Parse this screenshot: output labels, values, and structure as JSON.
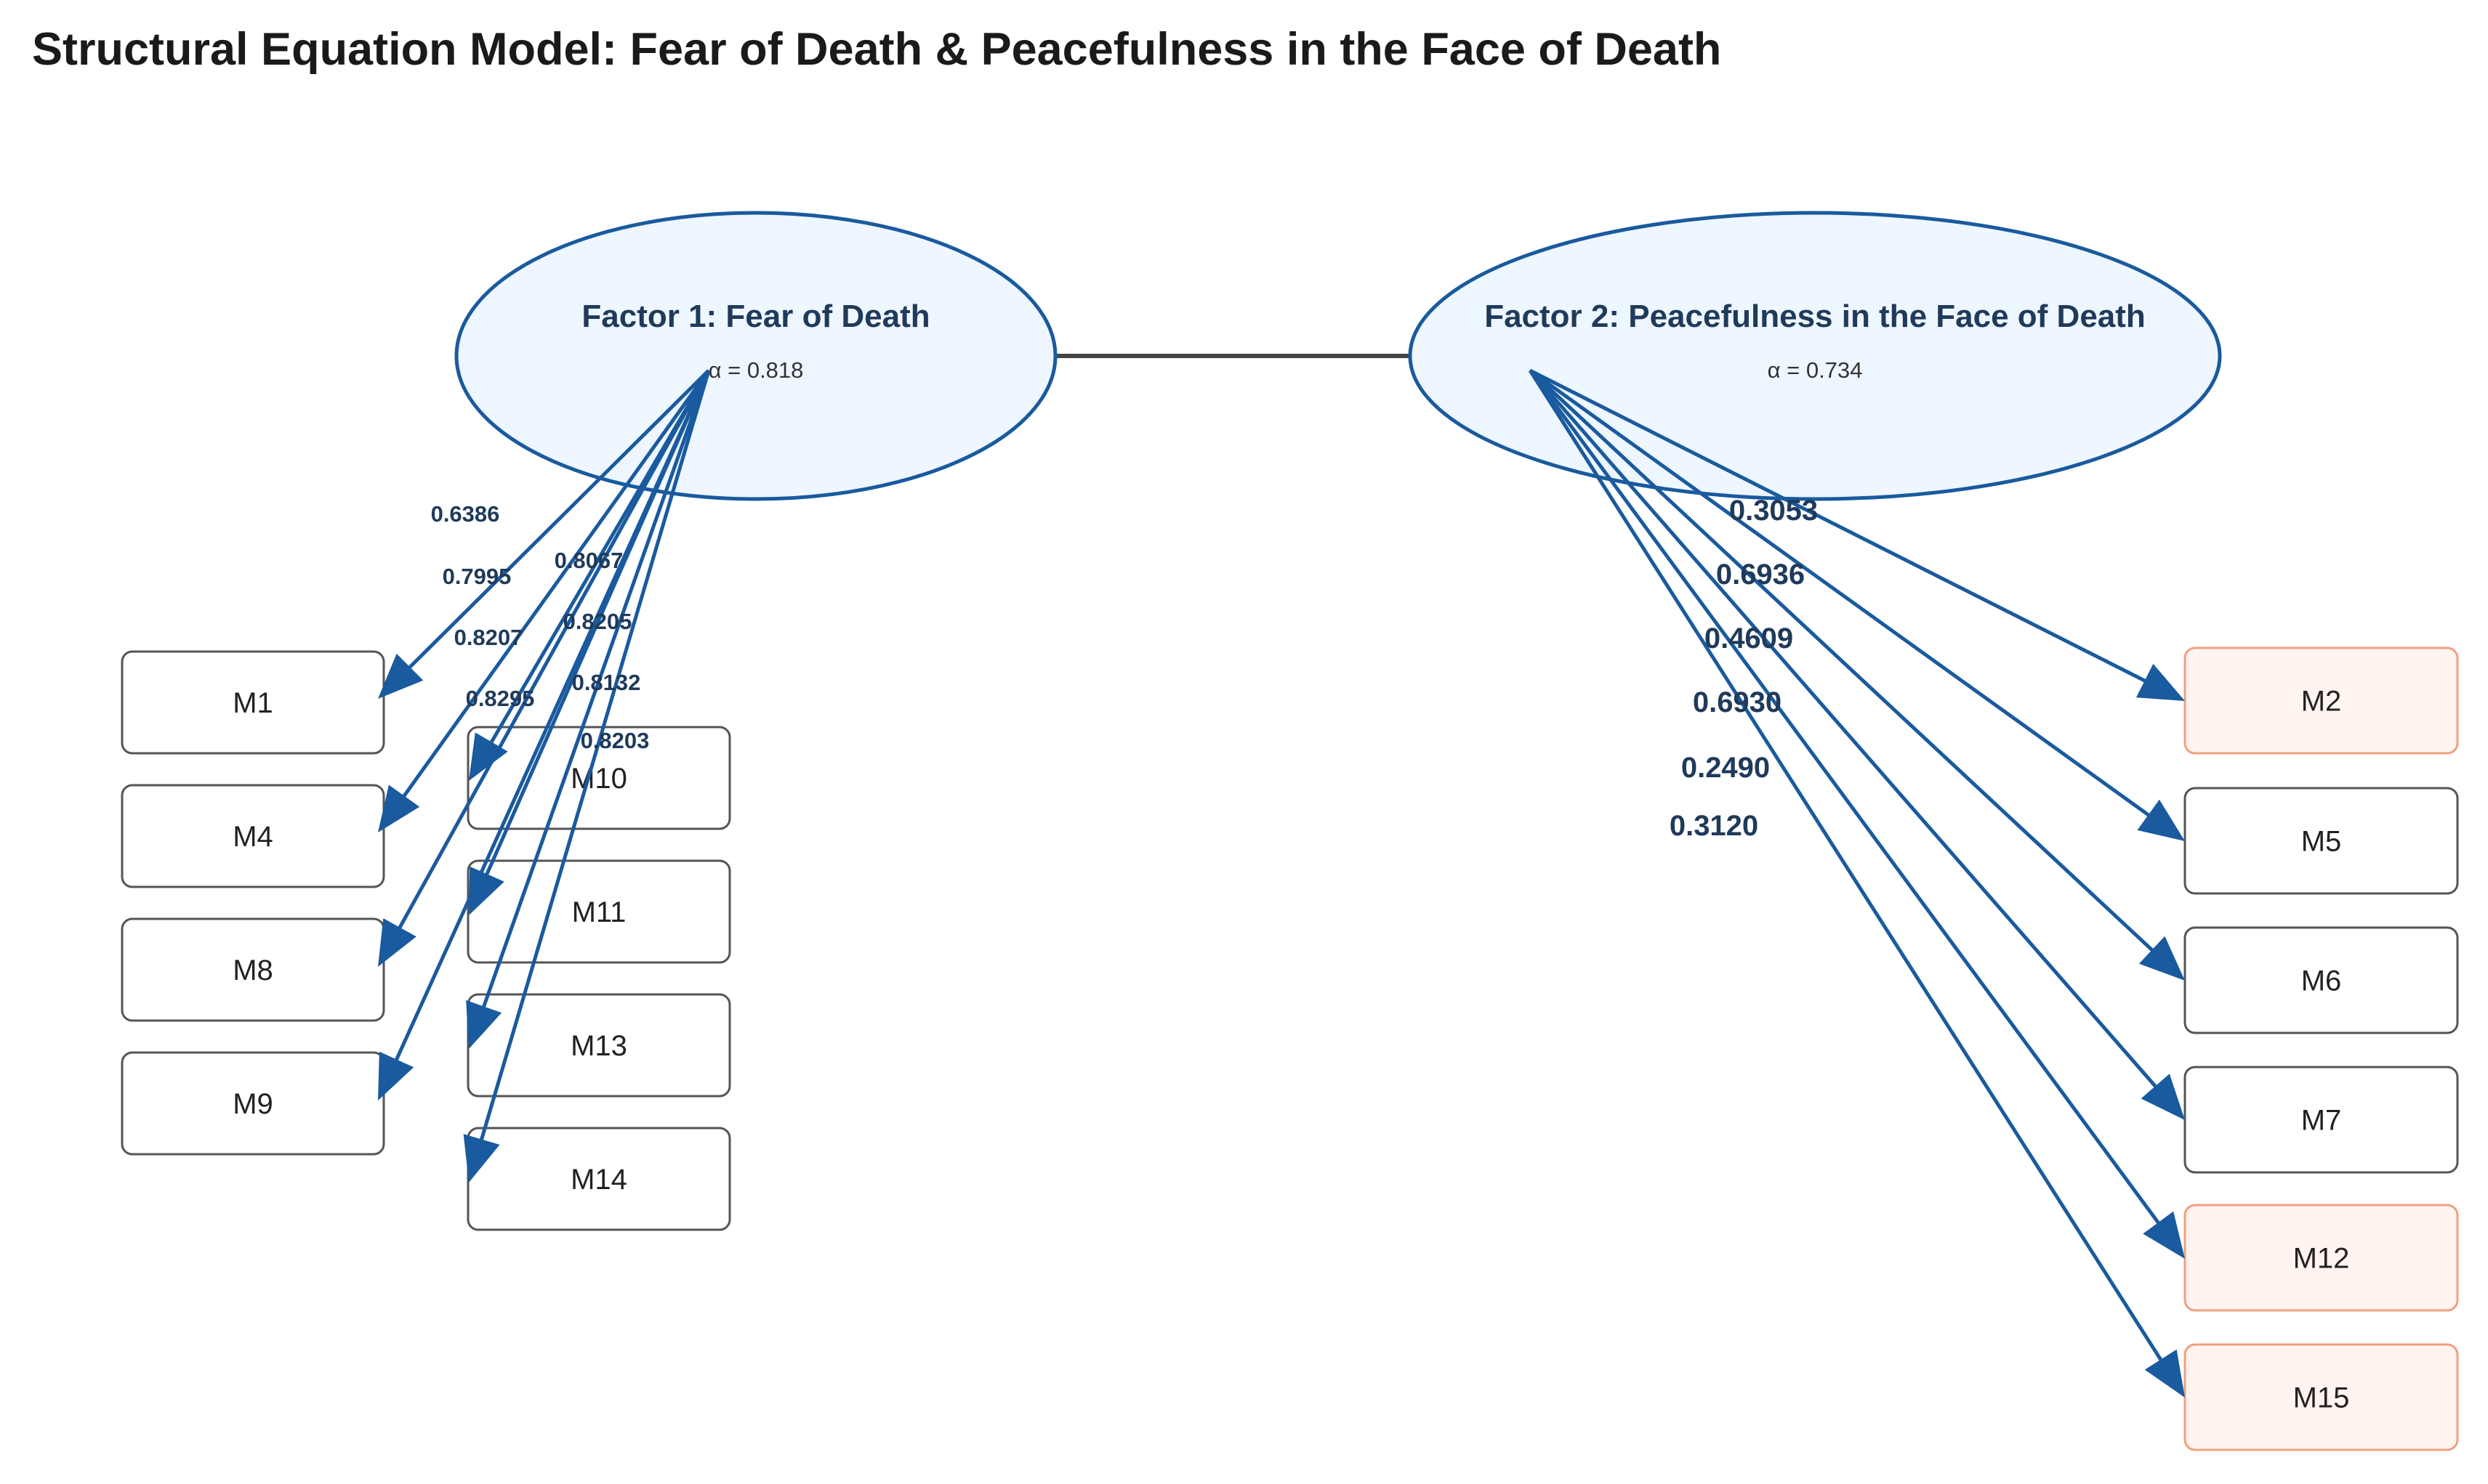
{
  "title": "Structural Equation Model: Fear of Death & Peacefulness in the Face of Death",
  "colors": {
    "factor_fill": "#eef6ff",
    "factor_stroke": "#1a5a9e",
    "arrow": "#1a5a9e",
    "covariance_line": "#444444",
    "item_stroke": "#555555",
    "item_fill": "#ffffff",
    "highlight_fill": "#fff4f0",
    "highlight_stroke": "#f0a080",
    "label_text": "#1f3a5a"
  },
  "factors": [
    {
      "id": "f1",
      "title": "Factor 1: Fear of Death",
      "alpha": "α = 0.818"
    },
    {
      "id": "f2",
      "title": "Factor 2: Peacefulness in the Face of Death",
      "alpha": "α = 0.734"
    }
  ],
  "items": [
    {
      "id": "M1",
      "label": "M1",
      "highlight": false
    },
    {
      "id": "M4",
      "label": "M4",
      "highlight": false
    },
    {
      "id": "M8",
      "label": "M8",
      "highlight": false
    },
    {
      "id": "M9",
      "label": "M9",
      "highlight": false
    },
    {
      "id": "M10",
      "label": "M10",
      "highlight": false
    },
    {
      "id": "M11",
      "label": "M11",
      "highlight": false
    },
    {
      "id": "M13",
      "label": "M13",
      "highlight": false
    },
    {
      "id": "M14",
      "label": "M14",
      "highlight": false
    },
    {
      "id": "M2",
      "label": "M2",
      "highlight": true
    },
    {
      "id": "M5",
      "label": "M5",
      "highlight": false
    },
    {
      "id": "M6",
      "label": "M6",
      "highlight": false
    },
    {
      "id": "M7",
      "label": "M7",
      "highlight": false
    },
    {
      "id": "M12",
      "label": "M12",
      "highlight": true
    },
    {
      "id": "M15",
      "label": "M15",
      "highlight": true
    }
  ],
  "loadings": [
    {
      "factor": "f1",
      "item": "M1",
      "value": "0.6386"
    },
    {
      "factor": "f1",
      "item": "M4",
      "value": "0.7995"
    },
    {
      "factor": "f1",
      "item": "M8",
      "value": "0.8207"
    },
    {
      "factor": "f1",
      "item": "M9",
      "value": "0.8295"
    },
    {
      "factor": "f1",
      "item": "M10",
      "value": "0.8067"
    },
    {
      "factor": "f1",
      "item": "M11",
      "value": "0.8205"
    },
    {
      "factor": "f1",
      "item": "M13",
      "value": "0.8132"
    },
    {
      "factor": "f1",
      "item": "M14",
      "value": "0.8203"
    },
    {
      "factor": "f2",
      "item": "M2",
      "value": "0.3053"
    },
    {
      "factor": "f2",
      "item": "M5",
      "value": "0.6936"
    },
    {
      "factor": "f2",
      "item": "M6",
      "value": "0.4609"
    },
    {
      "factor": "f2",
      "item": "M7",
      "value": "0.6930"
    },
    {
      "factor": "f2",
      "item": "M12",
      "value": "0.2490"
    },
    {
      "factor": "f2",
      "item": "M15",
      "value": "0.3120"
    }
  ]
}
